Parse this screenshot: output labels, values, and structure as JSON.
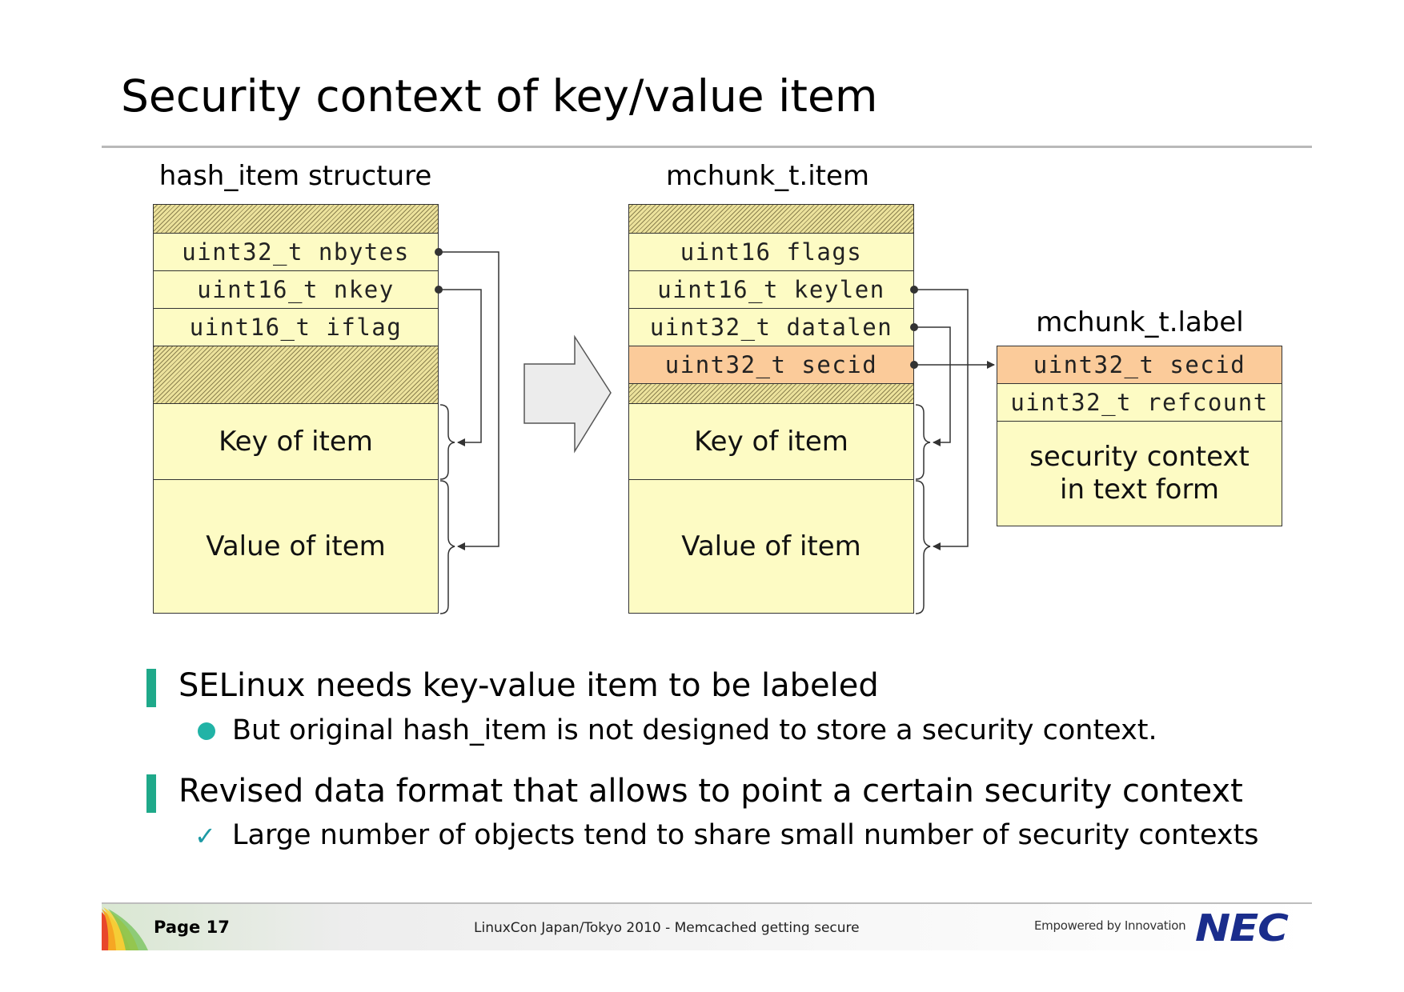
{
  "slide": {
    "title": "Security context of key/value item"
  },
  "diagram": {
    "left_struct": {
      "caption": "hash_item structure",
      "fields": [
        "uint32_t nbytes",
        "uint16_t nkey",
        "uint16_t iflag"
      ],
      "key_block": "Key of item",
      "value_block": "Value of item"
    },
    "right_struct": {
      "caption": "mchunk_t.item",
      "fields": [
        "uint16 flags",
        "uint16_t keylen",
        "uint32_t datalen",
        "uint32_t secid"
      ],
      "key_block": "Key of item",
      "value_block": "Value of item"
    },
    "label_struct": {
      "caption": "mchunk_t.label",
      "fields": [
        "uint32_t secid",
        "uint32_t refcount"
      ],
      "text_line1": "security context",
      "text_line2": "in text form"
    },
    "colors": {
      "field_fill": "#fdfbc4",
      "highlight_fill": "#fbcb9a",
      "accent": "#1fa98a",
      "brand": "#1a2d8c"
    }
  },
  "bullets": [
    {
      "text": "SELinux needs key-value item to be labeled",
      "sub": {
        "marker": "dot",
        "text": "But original hash_item is not designed to store a security context."
      }
    },
    {
      "text": "Revised data format that allows to point a certain security context",
      "sub": {
        "marker": "✓",
        "text": "Large number of objects tend to share small number of security contexts"
      }
    }
  ],
  "footer": {
    "page": "Page 17",
    "center": "LinuxCon Japan/Tokyo 2010 - Memcached getting secure",
    "tagline": "Empowered by Innovation",
    "logo": "NEC"
  }
}
